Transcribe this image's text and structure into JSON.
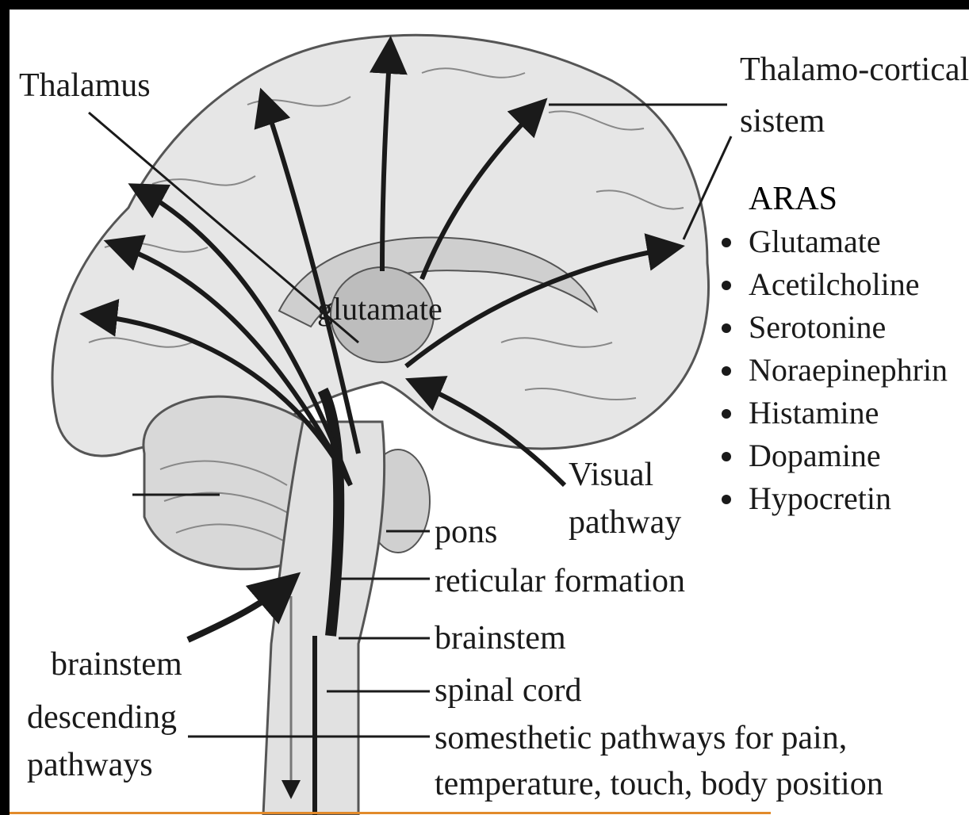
{
  "labels": {
    "thalamus": "Thalamus",
    "thalamo_line1": "Thalamo-cortical",
    "thalamo_line2": "sistem",
    "glutamate": "glutamate",
    "visual_line1": "Visual",
    "visual_line2": "pathway",
    "pons": "pons",
    "reticular": "reticular formation",
    "brainstem_right": "brainstem",
    "spinal": "spinal cord",
    "somesthetic_line1": "somesthetic pathways for pain,",
    "somesthetic_line2": "temperature, touch, body position",
    "brainstem_left": "brainstem",
    "descending_line1": "descending",
    "descending_line2": "pathways"
  },
  "aras": {
    "title": "ARAS",
    "items": [
      "Glutamate",
      "Acetilcholine",
      "Serotonine",
      "Noraepinephrin",
      "Histamine",
      "Dopamine",
      "Hypocretin"
    ]
  },
  "colors": {
    "background": "#ffffff",
    "border": "#000000",
    "ink": "#1a1a1a",
    "brain_fill": "#e6e6e6",
    "accent_line": "#e28a2a"
  }
}
